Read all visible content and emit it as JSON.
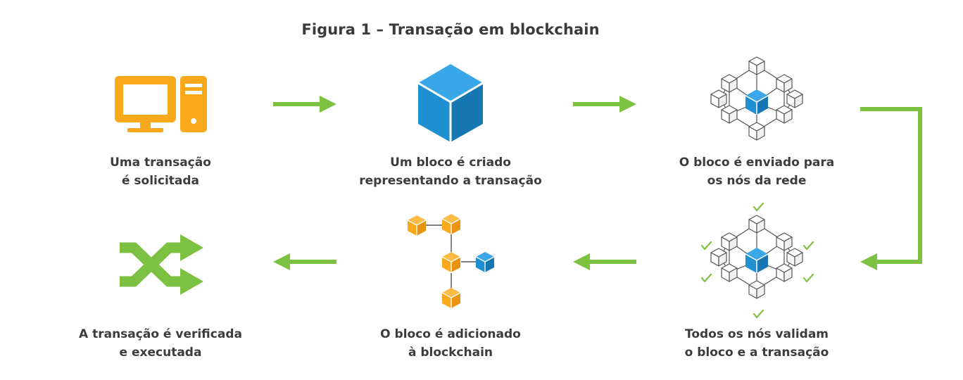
{
  "title": "Figura 1 – Transação em blockchain",
  "colors": {
    "arrow": "#7dc142",
    "orange": "#f9a91b",
    "blue": "#1e8fd0",
    "outline": "#555555"
  },
  "steps": [
    {
      "icon": "computer-icon",
      "line1": "Uma transação",
      "line2": "é solicitada"
    },
    {
      "icon": "cube-icon",
      "line1": "Um bloco é criado",
      "line2": "representando a transação"
    },
    {
      "icon": "network-icon",
      "line1": "O bloco é enviado para",
      "line2": "os nós da rede"
    },
    {
      "icon": "validated-network-icon",
      "line1": "Todos os nós validam",
      "line2": "o bloco e a transação"
    },
    {
      "icon": "chain-icon",
      "line1": "O bloco é adicionado",
      "line2": "à blockchain"
    },
    {
      "icon": "shuffle-icon",
      "line1": "A transação é verificada",
      "line2": "e executada"
    }
  ]
}
